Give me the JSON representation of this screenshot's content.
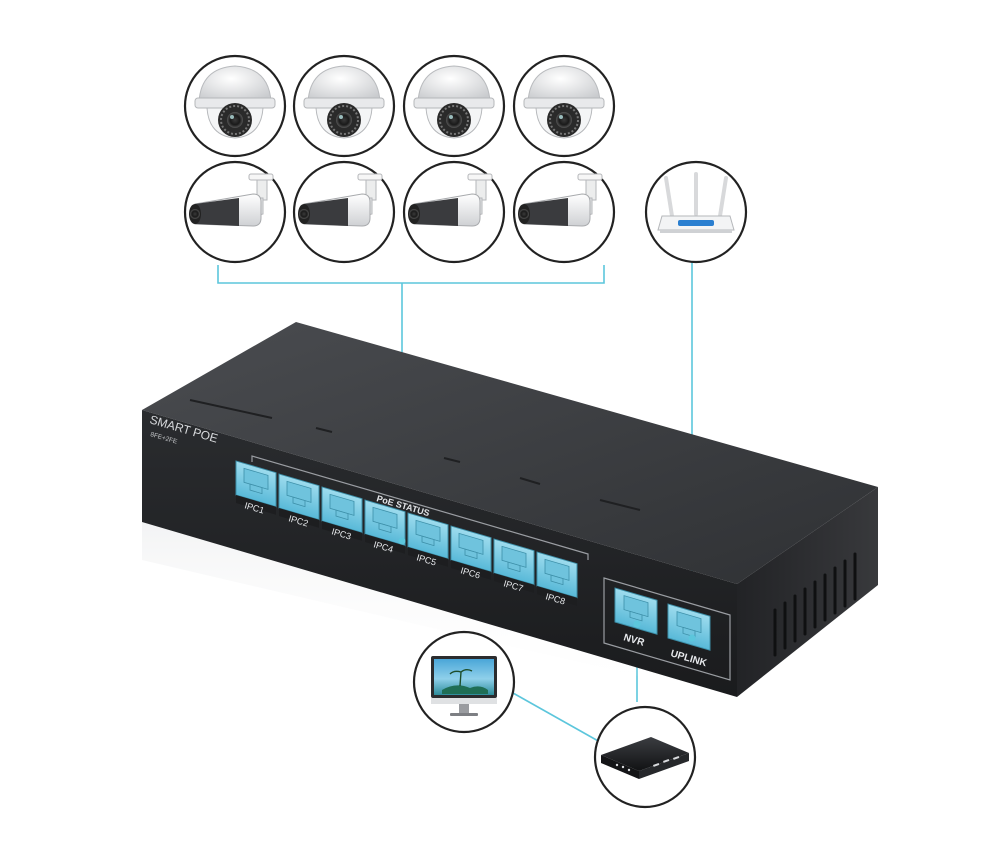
{
  "switch": {
    "brand_label": "SMART POE",
    "model_label": "8FE+2FE",
    "poe_status_label": "PoE STATUS",
    "ports": [
      {
        "label": "IPC1"
      },
      {
        "label": "IPC2"
      },
      {
        "label": "IPC3"
      },
      {
        "label": "IPC4"
      },
      {
        "label": "IPC5"
      },
      {
        "label": "IPC6"
      },
      {
        "label": "IPC7"
      },
      {
        "label": "IPC8"
      }
    ],
    "nvr_port_label": "NVR",
    "uplink_port_label": "UPLINK"
  },
  "devices": {
    "dome_cameras": 4,
    "bullet_cameras": 4,
    "icons": [
      "dome-camera-icon",
      "bullet-camera-icon",
      "router-icon",
      "monitor-icon",
      "nvr-recorder-icon"
    ]
  },
  "colors": {
    "connector_line": "#5cc6dc",
    "port_blue": "#7ecfe6",
    "switch_body": "#2c2e31",
    "circle_border": "#222222"
  }
}
